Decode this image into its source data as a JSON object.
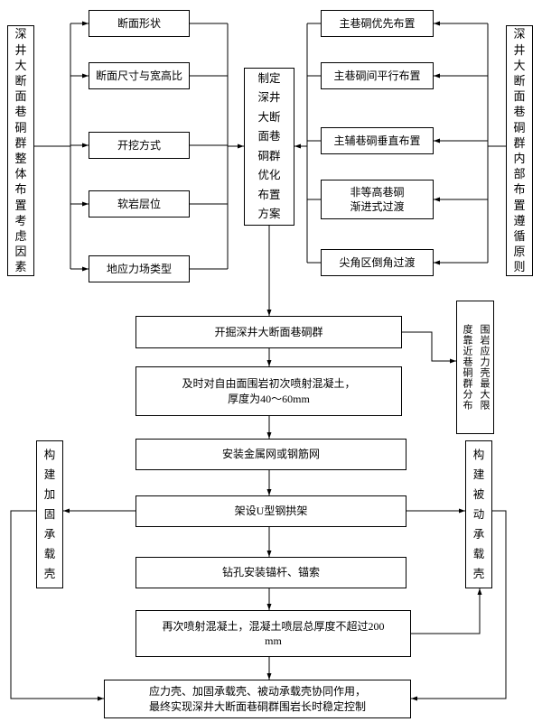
{
  "panels": {
    "left": "深井大断面巷硐群整体布置考虑因素",
    "right": "深井大断面巷硐群内部布置遵循原则"
  },
  "factors": [
    "断面形状",
    "断面尺寸与宽高比",
    "开挖方式",
    "软岩层位",
    "地应力场类型"
  ],
  "center_plan": "制定深井大断面巷硐群优化布置方案",
  "principles": [
    "主巷硐优先布置",
    "主巷硐间平行布置",
    "主辅巷硐垂直布置",
    "非等高巷硐渐进式过渡",
    "尖角区倒角过渡"
  ],
  "steps": [
    "开掘深井大断面巷硐群",
    "及时对自由面围岩初次喷射混凝土，厚度为40～60mm",
    "安装金属网或钢筋网",
    "架设U型钢拱架",
    "钻孔安装锚杆、锚索",
    "再次喷射混凝土，混凝土喷层总厚度不超过200mm",
    "应力壳、加固承载壳、被动承载壳协同作用，最终实现深井大断面巷硐群围岩长时稳定控制"
  ],
  "shell_notes": {
    "stress": "围岩应力壳最大限度靠近巷硐群分布",
    "passive": "构建被动承载壳",
    "reinforced": "构建加固承载壳"
  },
  "colors": {
    "line": "#000000",
    "border": "#000000",
    "background": "#ffffff",
    "text": "#000000"
  }
}
